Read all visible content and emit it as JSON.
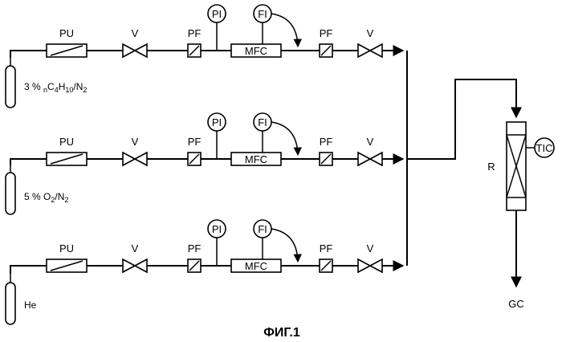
{
  "labels": {
    "pu": "PU",
    "valve": "V",
    "pf": "PF",
    "pi": "PI",
    "fi": "FI",
    "mfc": "MFC",
    "reactor": "R",
    "tic": "TIC",
    "gc": "GC"
  },
  "gases": {
    "line1": {
      "prefix": "3 % ",
      "sub1": "n",
      "c": "C",
      "sub2": "4",
      "h": "H",
      "sub3": "10",
      "suffix": "/N",
      "sub4": "2"
    },
    "line2": {
      "prefix": "5 % O",
      "sub1": "2",
      "suffix": "/N",
      "sub2": "2"
    },
    "line3": {
      "text": "He"
    }
  },
  "caption": "ФИГ.1"
}
